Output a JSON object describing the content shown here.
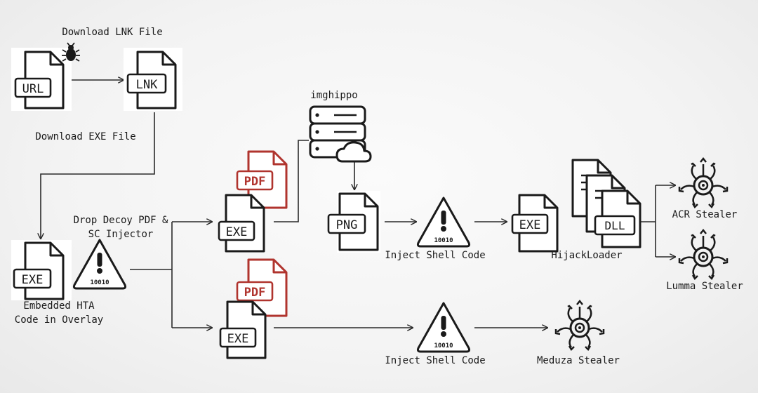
{
  "labels": {
    "download_lnk": "Download LNK File",
    "download_exe": "Download EXE File",
    "drop_decoy_1": "Drop Decoy PDF &",
    "drop_decoy_2": "SC Injector",
    "embedded_1": "Embedded HTA",
    "embedded_2": "Code in Overlay",
    "imghippo": "imghippo",
    "inject_top": "Inject Shell Code",
    "inject_bottom": "Inject Shell Code",
    "hijackloader": "HijackLoader",
    "acr": "ACR Stealer",
    "lumma": "Lumma Stealer",
    "meduza": "Meduza Stealer"
  },
  "files": {
    "url": "URL",
    "lnk": "LNK",
    "exe_start": "EXE",
    "pdf_top": "PDF",
    "exe_top": "EXE",
    "pdf_bottom": "PDF",
    "exe_bottom": "EXE",
    "png": "PNG",
    "exe_hijack": "EXE",
    "dll": "DLL"
  },
  "warnings": {
    "code_main": "10010",
    "code_top": "10010",
    "code_bottom": "10010"
  },
  "icons": [
    "bug-icon",
    "server-cloud-icon",
    "warning-binary-icon",
    "stealer-target-icon",
    "document-stack-icon"
  ],
  "colors": {
    "stroke": "#1a1a1a",
    "decoy_red": "#b0342e",
    "line": "#2a2a2a",
    "background": "#f6f6f6"
  }
}
